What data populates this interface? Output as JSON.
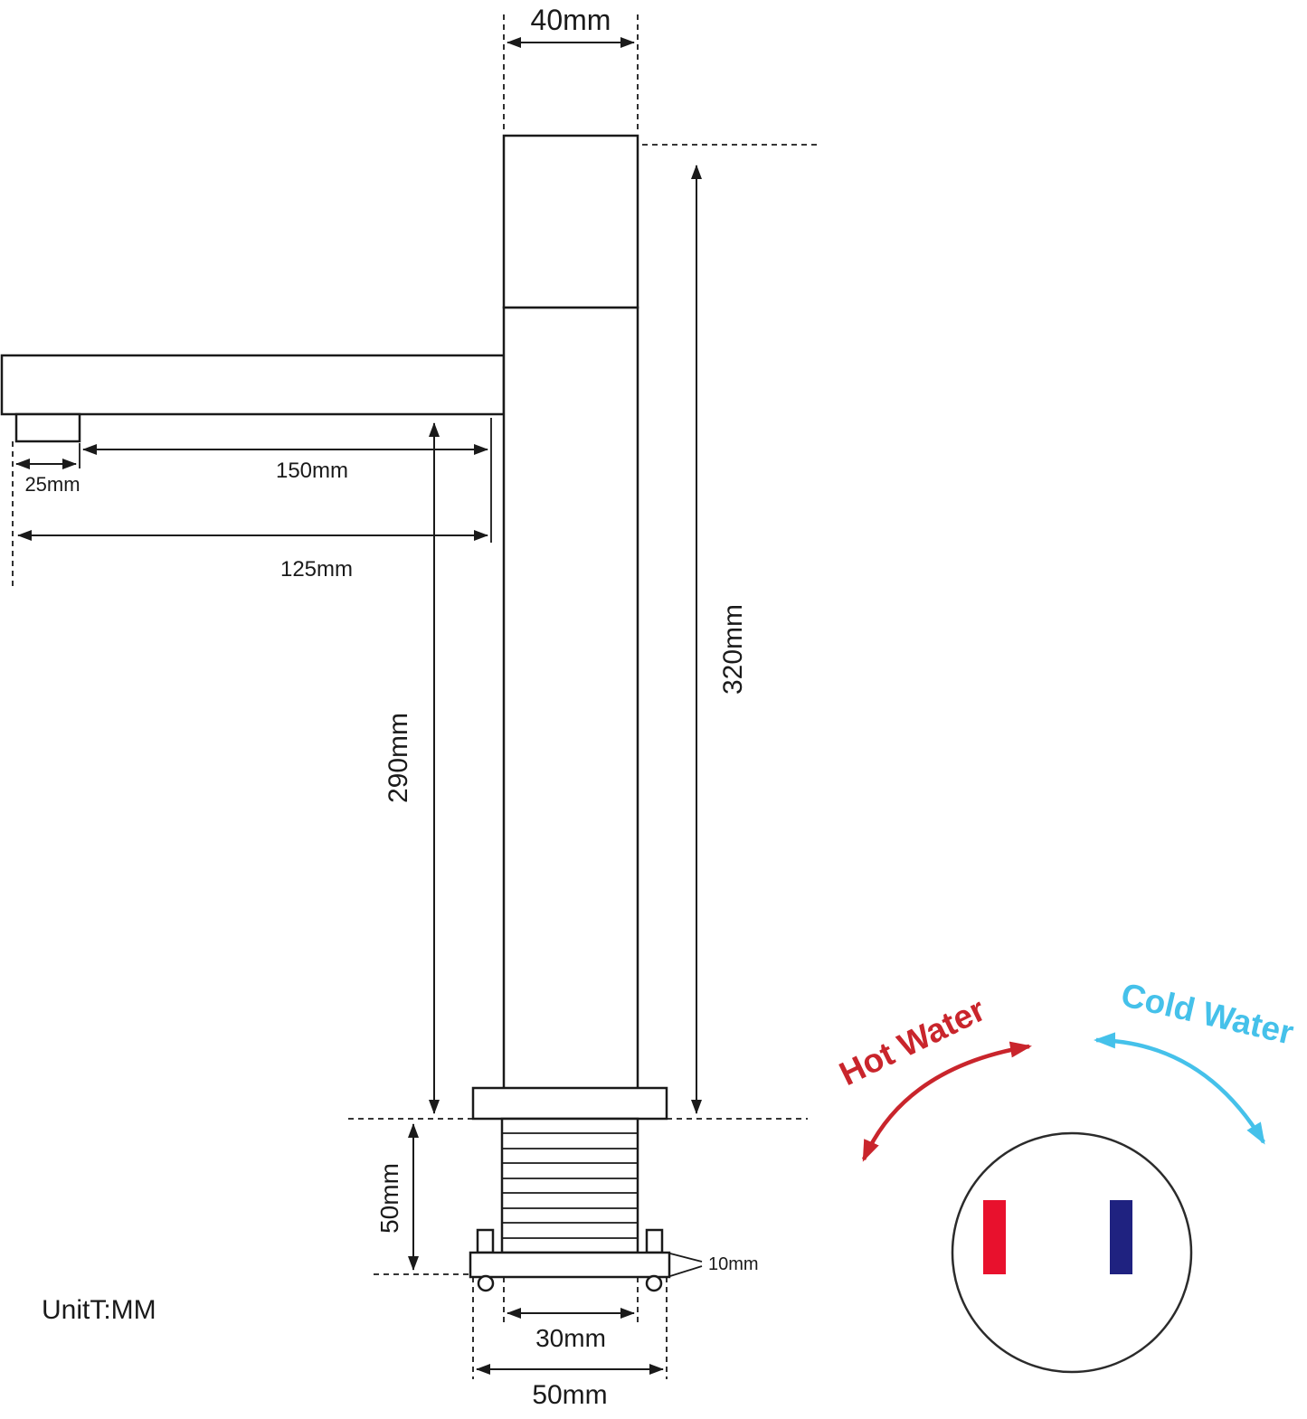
{
  "unit_note": "UnitT:MM",
  "dims": {
    "knob_width": "40mm",
    "reach_150": "150mm",
    "aerator_25": "25mm",
    "reach_125": "125mm",
    "spout_height_290": "290mm",
    "total_height_320": "320mm",
    "base_height_50": "50mm",
    "plate_thickness_10": "10mm",
    "shank_width_30": "30mm",
    "base_width_50": "50mm"
  },
  "legend": {
    "hot_label": "Hot Water",
    "cold_label": "Cold Water",
    "hot_text_color": "#c9252c",
    "cold_text_color": "#45c1ea",
    "hot_indicator": "#e8112d",
    "cold_indicator": "#1f2280"
  }
}
